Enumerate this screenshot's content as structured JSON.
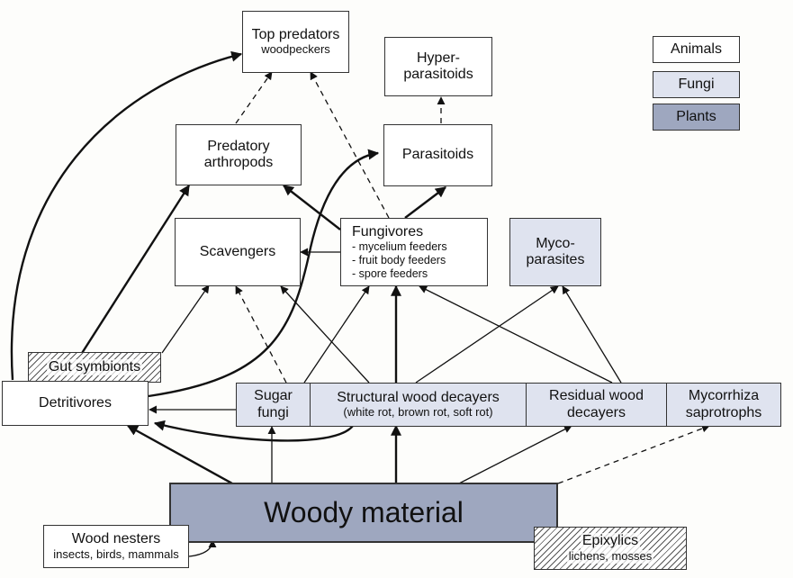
{
  "legend": {
    "animals": "Animals",
    "fungi": "Fungi",
    "plants": "Plants"
  },
  "nodes": {
    "top_predators": {
      "title": "Top predators",
      "subtitle": "woodpeckers"
    },
    "hyperparasitoids": {
      "line1": "Hyper-",
      "line2": "parasitoids"
    },
    "predatory_arthropods": {
      "line1": "Predatory",
      "line2": "arthropods"
    },
    "parasitoids": {
      "label": "Parasitoids"
    },
    "scavengers": {
      "label": "Scavengers"
    },
    "fungivores": {
      "title": "Fungivores",
      "items": [
        "- mycelium feeders",
        "- fruit body feeders",
        "- spore feeders"
      ]
    },
    "mycoparasites": {
      "line1": "Myco-",
      "line2": "parasites"
    },
    "gut_symbionts": {
      "label": "Gut symbionts"
    },
    "detritivores": {
      "label": "Detritivores"
    },
    "sugar_fungi": {
      "line1": "Sugar",
      "line2": "fungi"
    },
    "structural": {
      "line1": "Structural wood decayers",
      "line2": "(white rot, brown rot, soft rot)"
    },
    "residual": {
      "line1": "Residual wood",
      "line2": "decayers"
    },
    "mycorrhiza": {
      "line1": "Mycorrhiza",
      "line2": "saprotrophs"
    },
    "woody": {
      "label": "Woody material"
    },
    "wood_nesters": {
      "title": "Wood nesters",
      "subtitle": "insects, birds, mammals"
    },
    "epixylics": {
      "title": "Epixylics",
      "subtitle": "lichens, mosses"
    }
  }
}
